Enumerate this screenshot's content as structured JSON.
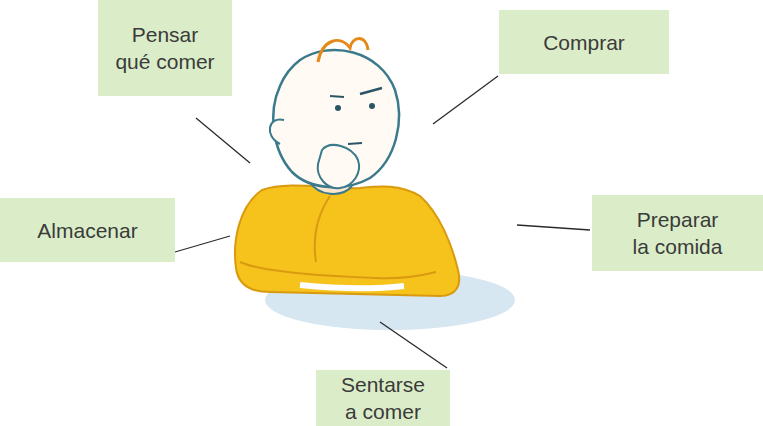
{
  "diagram": {
    "nodes": [
      {
        "text": [
          "Pensar qué comer"
        ]
      },
      {
        "text": [
          "Comprar"
        ]
      },
      {
        "text": [
          "Almacenar"
        ]
      },
      {
        "text": [
          "Preparar la comida"
        ]
      },
      {
        "text": [
          "Sentarse a comer"
        ]
      }
    ]
  }
}
